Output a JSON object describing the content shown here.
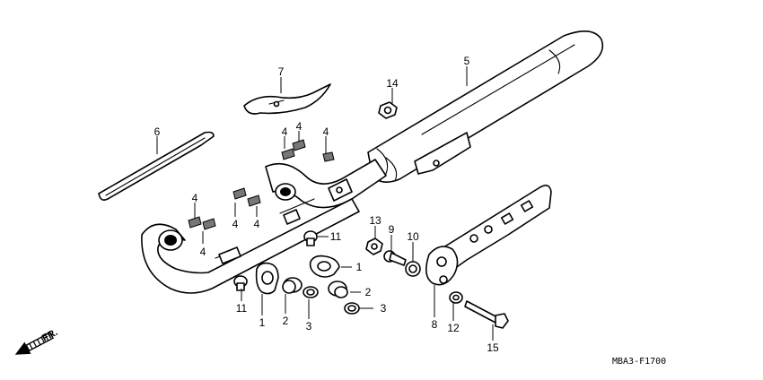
{
  "diagram": {
    "drawing_code": "MBA3-F1700",
    "front_marker": "FR.",
    "callouts": {
      "c1a": "1",
      "c1b": "1",
      "c2a": "2",
      "c2b": "2",
      "c3a": "3",
      "c3b": "3",
      "c4a": "4",
      "c4b": "4",
      "c4c": "4",
      "c4d": "4",
      "c4e": "4",
      "c4f": "4",
      "c4g": "4",
      "c5": "5",
      "c6": "6",
      "c7": "7",
      "c8": "8",
      "c9": "9",
      "c10": "10",
      "c11a": "11",
      "c11b": "11",
      "c12": "12",
      "c13": "13",
      "c14": "14",
      "c15": "15"
    }
  }
}
